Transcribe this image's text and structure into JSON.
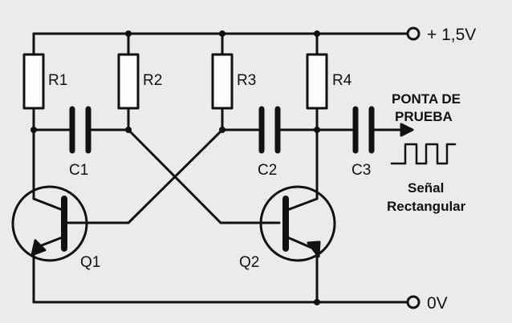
{
  "supply": {
    "positive_label": "+ 1,5V",
    "ground_label": "0V"
  },
  "resistors": [
    {
      "id": "R1",
      "label": "R1"
    },
    {
      "id": "R2",
      "label": "R2"
    },
    {
      "id": "R3",
      "label": "R3"
    },
    {
      "id": "R4",
      "label": "R4"
    }
  ],
  "capacitors": [
    {
      "id": "C1",
      "label": "C1"
    },
    {
      "id": "C2",
      "label": "C2"
    },
    {
      "id": "C3",
      "label": "C3"
    }
  ],
  "transistors": [
    {
      "id": "Q1",
      "label": "Q1"
    },
    {
      "id": "Q2",
      "label": "Q2"
    }
  ],
  "probe": {
    "line1": "PONTA DE",
    "line2": "PRUEBA"
  },
  "signal": {
    "line1": "Señal",
    "line2": "Rectangular"
  },
  "colors": {
    "ink": "#111111",
    "paper": "#ebebe9"
  }
}
